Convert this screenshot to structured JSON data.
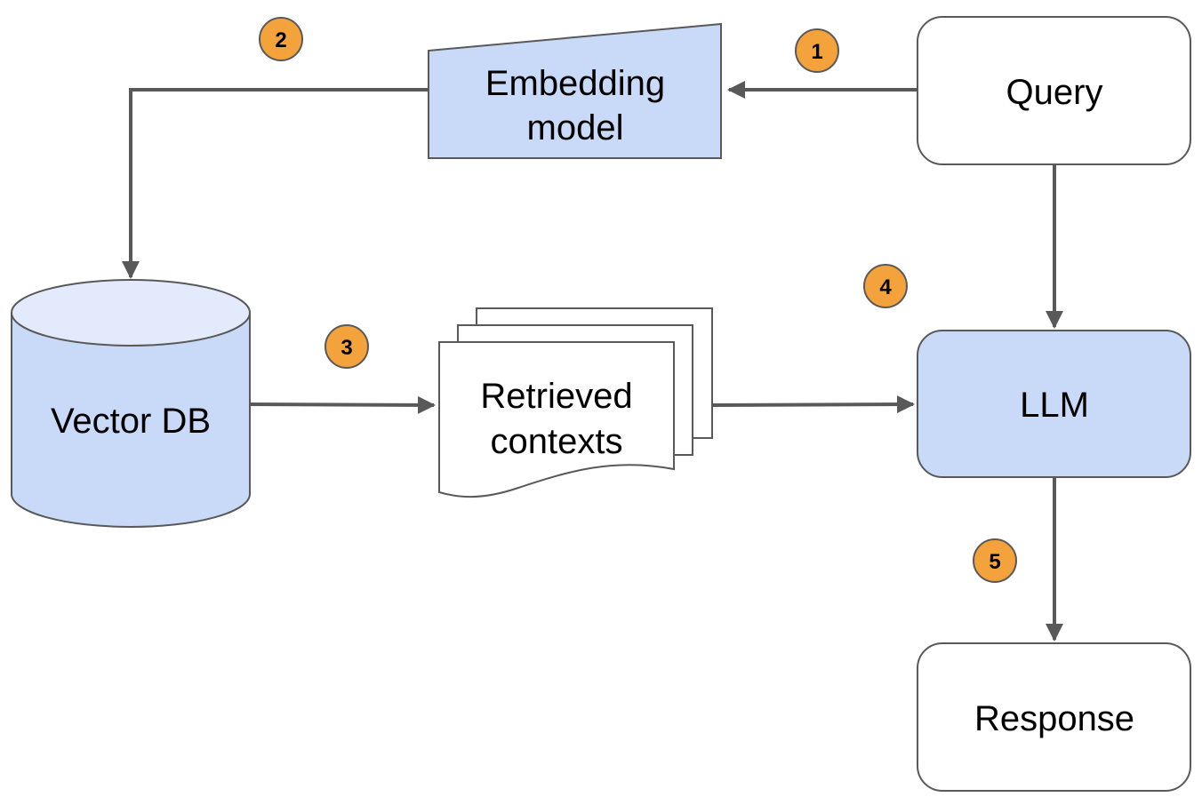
{
  "colors": {
    "fill_blue": "#c9daf8",
    "fill_white": "#ffffff",
    "stroke": "#595959",
    "connector": "#595959",
    "badge_fill": "#f4a33c",
    "text": "#000000"
  },
  "nodes": {
    "query": {
      "label": "Query"
    },
    "embedding_model": {
      "line1": "Embedding",
      "line2": "model"
    },
    "vector_db": {
      "label": "Vector DB"
    },
    "retrieved_contexts": {
      "line1": "Retrieved",
      "line2": "contexts"
    },
    "llm": {
      "label": "LLM"
    },
    "response": {
      "label": "Response"
    }
  },
  "steps": {
    "s1": "1",
    "s2": "2",
    "s3": "3",
    "s4": "4",
    "s5": "5"
  },
  "edges": [
    {
      "from": "query",
      "to": "embedding_model",
      "step": "1"
    },
    {
      "from": "embedding_model",
      "to": "vector_db",
      "step": "2"
    },
    {
      "from": "vector_db",
      "to": "retrieved_contexts",
      "step": "3"
    },
    {
      "from": "retrieved_contexts",
      "to": "llm",
      "step": "4"
    },
    {
      "from": "query",
      "to": "llm",
      "step": "4"
    },
    {
      "from": "llm",
      "to": "response",
      "step": "5"
    }
  ]
}
